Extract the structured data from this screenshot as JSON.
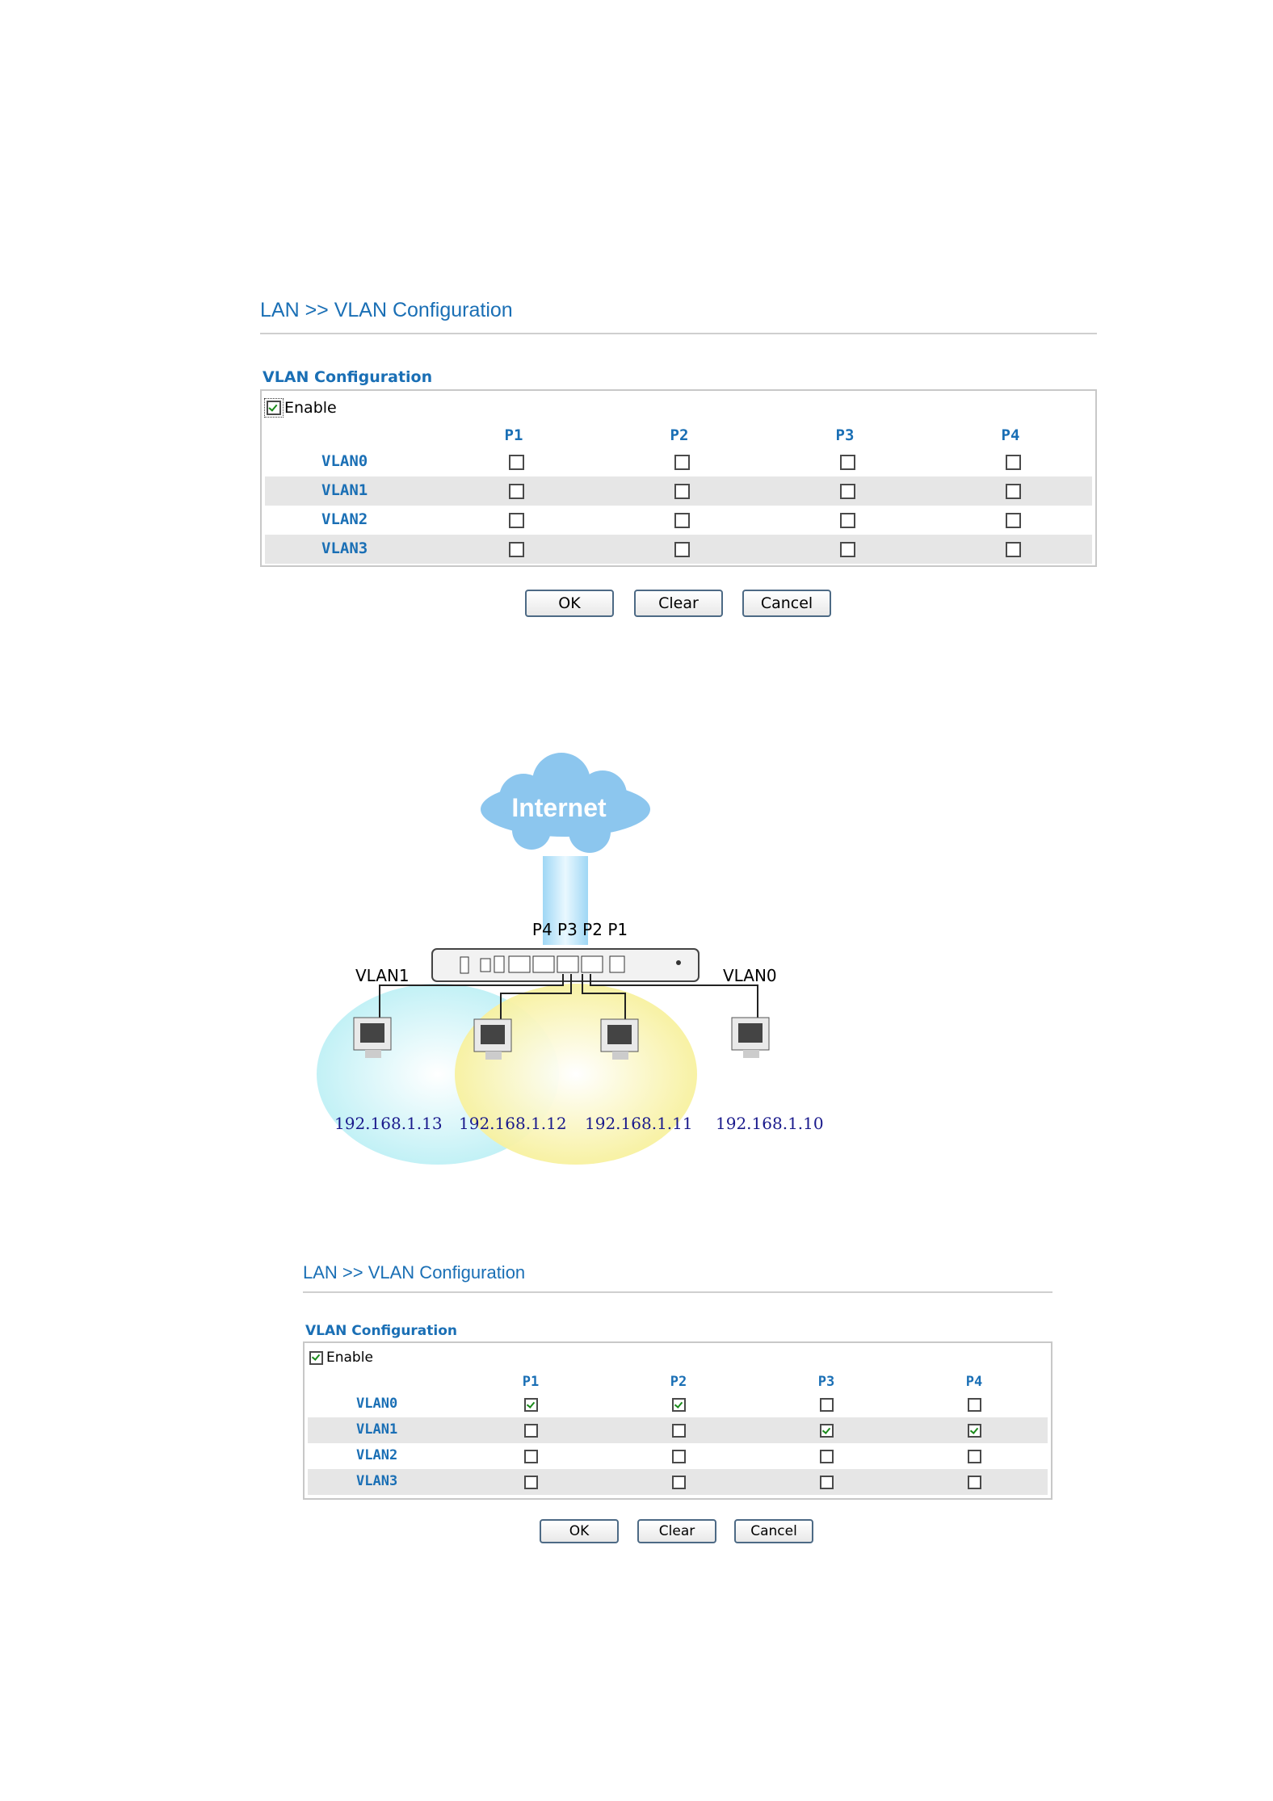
{
  "panels": [
    {
      "title": "LAN >> VLAN Configuration",
      "section_title": "VLAN Configuration",
      "enable_label": "Enable",
      "enable_checked": true,
      "ports": [
        "P1",
        "P2",
        "P3",
        "P4"
      ],
      "rows": [
        {
          "label": "VLAN0",
          "checks": [
            false,
            false,
            false,
            false
          ]
        },
        {
          "label": "VLAN1",
          "checks": [
            false,
            false,
            false,
            false
          ]
        },
        {
          "label": "VLAN2",
          "checks": [
            false,
            false,
            false,
            false
          ]
        },
        {
          "label": "VLAN3",
          "checks": [
            false,
            false,
            false,
            false
          ]
        }
      ],
      "buttons": {
        "ok": "OK",
        "clear": "Clear",
        "cancel": "Cancel"
      }
    },
    {
      "title": "LAN >> VLAN Configuration",
      "section_title": "VLAN Configuration",
      "enable_label": "Enable",
      "enable_checked": true,
      "ports": [
        "P1",
        "P2",
        "P3",
        "P4"
      ],
      "rows": [
        {
          "label": "VLAN0",
          "checks": [
            true,
            true,
            false,
            false
          ]
        },
        {
          "label": "VLAN1",
          "checks": [
            false,
            false,
            true,
            true
          ]
        },
        {
          "label": "VLAN2",
          "checks": [
            false,
            false,
            false,
            false
          ]
        },
        {
          "label": "VLAN3",
          "checks": [
            false,
            false,
            false,
            false
          ]
        }
      ],
      "buttons": {
        "ok": "OK",
        "clear": "Clear",
        "cancel": "Cancel"
      }
    }
  ],
  "diagram": {
    "cloud_label": "Internet",
    "port_labels": "P4 P3 P2 P1",
    "left_group": "VLAN1",
    "right_group": "VLAN0",
    "hosts": [
      "192.168.1.13",
      "192.168.1.12",
      "192.168.1.11",
      "192.168.1.10"
    ],
    "colors": {
      "left_zone": "#bdf0f5",
      "right_zone": "#f8f29a",
      "cloud": "#8cc6ee",
      "ip_text": "#1a1a8c"
    }
  }
}
